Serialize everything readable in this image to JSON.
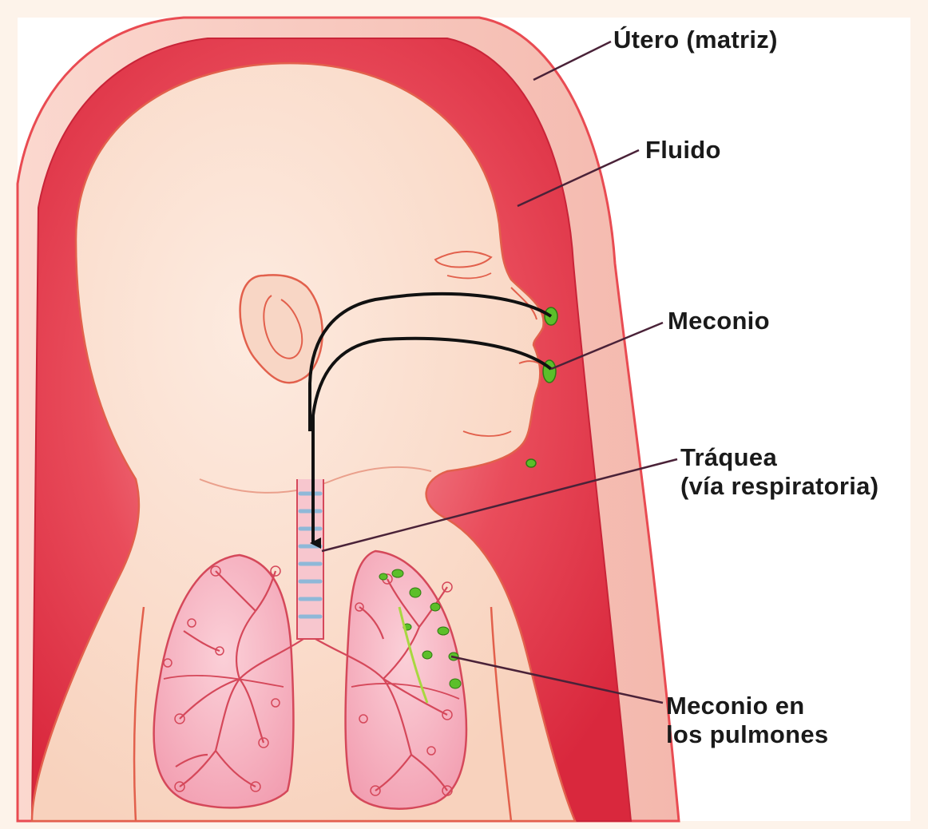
{
  "labels": {
    "utero": "Útero (matriz)",
    "fluido": "Fluido",
    "meconio": "Meconio",
    "traquea_line1": "Tráquea",
    "traquea_line2": "(vía respiratoria)",
    "pulmones_line1": "Meconio en",
    "pulmones_line2": "los pulmones"
  },
  "colors": {
    "background": "#fdf3ea",
    "uterus_wall": "#f7c9c0",
    "fluid": "#e8384a",
    "skin": "#fbe1d0",
    "lung": "#f6b7c4",
    "meconium": "#5cbf2a",
    "label_text": "#1a1a1a"
  }
}
